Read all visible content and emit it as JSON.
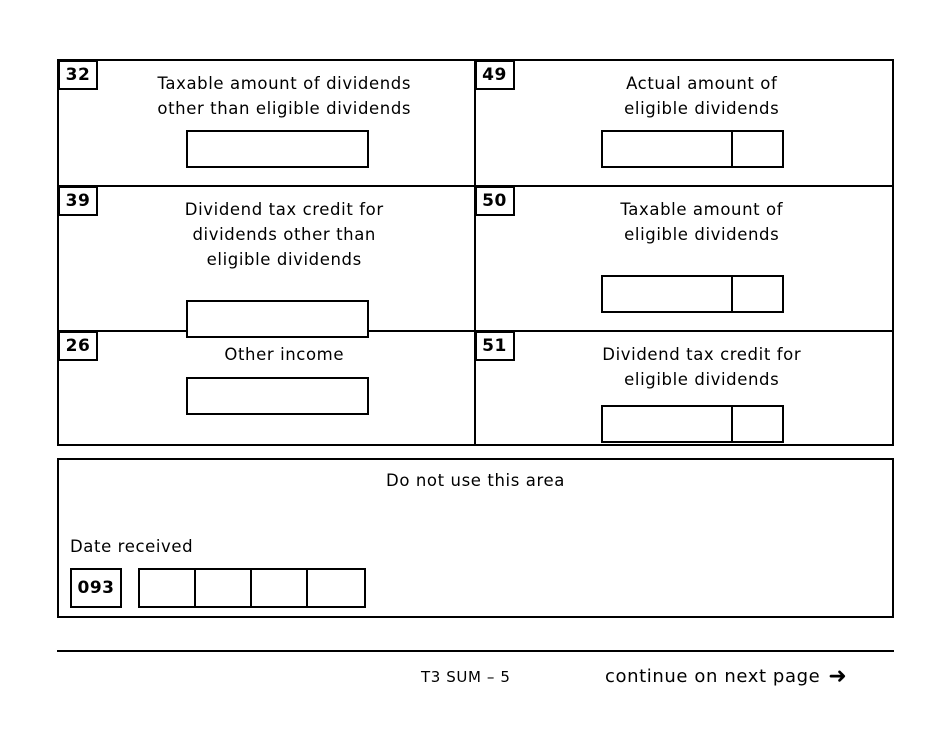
{
  "form": {
    "footer": {
      "form_id": "T3 SUM – 5",
      "continue_text": "continue on next page",
      "arrow_glyph": "➜"
    },
    "amount_rows": [
      {
        "left": {
          "box_number": "32",
          "label": "Taxable amount of dividends\nother than eligible dividends",
          "value": "",
          "cents_value": "",
          "has_cents_split": false
        },
        "right": {
          "box_number": "49",
          "label": "Actual amount of\neligible dividends",
          "value": "",
          "cents_value": "",
          "has_cents_split": true
        }
      },
      {
        "left": {
          "box_number": "39",
          "label": "Dividend tax credit for\ndividends other than\neligible dividends",
          "value": "",
          "cents_value": "",
          "has_cents_split": false
        },
        "right": {
          "box_number": "50",
          "label": "Taxable amount of\neligible dividends",
          "value": "",
          "cents_value": "",
          "has_cents_split": true
        }
      },
      {
        "left": {
          "box_number": "26",
          "label": "Other income",
          "value": "",
          "cents_value": "",
          "has_cents_split": false
        },
        "right": {
          "box_number": "51",
          "label": "Dividend tax credit for\neligible dividends",
          "value": "",
          "cents_value": "",
          "has_cents_split": true
        }
      }
    ],
    "do_not_use_area": {
      "title": "Do not use this area",
      "date_received_label": "Date received",
      "date_code": "093",
      "date_cells": [
        "",
        "",
        "",
        ""
      ]
    }
  }
}
